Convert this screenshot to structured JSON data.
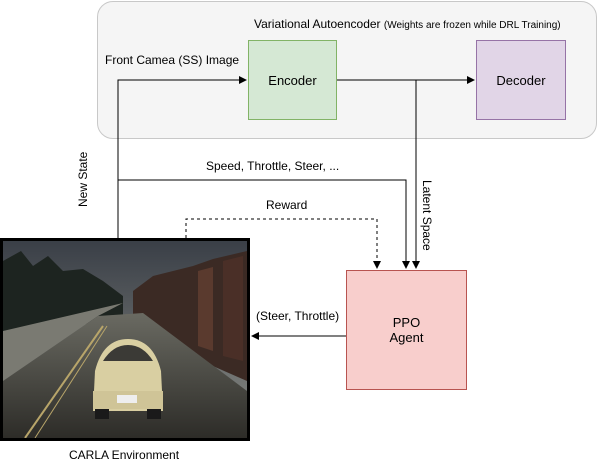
{
  "group": {
    "title": "Variational Autoencoder",
    "subtitle": "(Weights are frozen while DRL Training)"
  },
  "nodes": {
    "encoder": "Encoder",
    "decoder": "Decoder",
    "ppo_line1": "PPO",
    "ppo_line2": "Agent"
  },
  "labels": {
    "front_camera": "Front Camea (SS) Image",
    "new_state": "New State",
    "speed": "Speed, Throttle, Steer, ...",
    "reward": "Reward",
    "latent": "Latent Space",
    "action": "(Steer, Throttle)",
    "carla": "CARLA Environment"
  },
  "colors": {
    "encoder_fill": "#d5e8d4",
    "decoder_fill": "#e1d5e7",
    "ppo_fill": "#f8cecc",
    "group_fill": "#f5f5f5"
  }
}
